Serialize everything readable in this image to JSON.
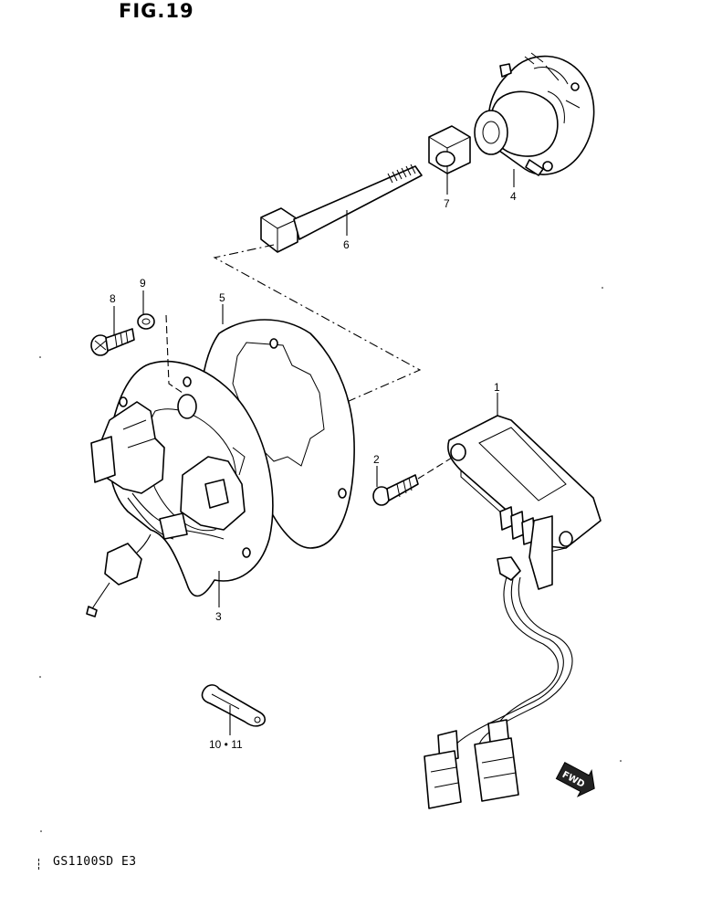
{
  "figure": {
    "title": "FIG.19",
    "model_code": "GS1100SD  E3"
  },
  "callouts": [
    {
      "id": "c1",
      "text": "1"
    },
    {
      "id": "c2",
      "text": "2"
    },
    {
      "id": "c3",
      "text": "3"
    },
    {
      "id": "c4",
      "text": "4"
    },
    {
      "id": "c5",
      "text": "5"
    },
    {
      "id": "c6",
      "text": "6"
    },
    {
      "id": "c7",
      "text": "7"
    },
    {
      "id": "c8",
      "text": "8"
    },
    {
      "id": "c9",
      "text": "9"
    },
    {
      "id": "c10",
      "text": "10 • 11"
    }
  ],
  "fwd_badge": {
    "text": "FWD"
  }
}
